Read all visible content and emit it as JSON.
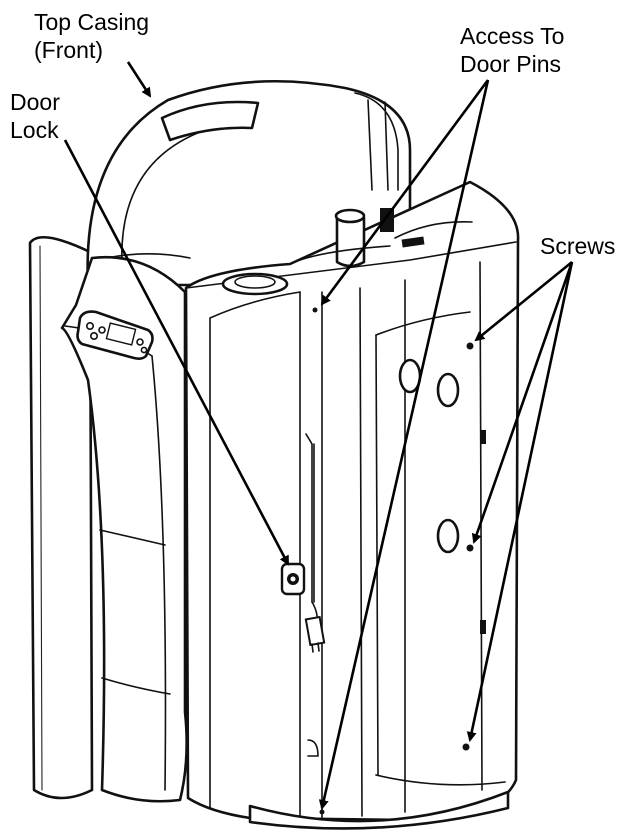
{
  "labels": {
    "top_casing": [
      "Top Casing",
      "(Front)"
    ],
    "door_lock": [
      "Door",
      "Lock"
    ],
    "door_pins": [
      "Access To",
      "Door Pins"
    ],
    "screws": "Screws"
  },
  "colors": {
    "line": "#111111",
    "background": "#ffffff"
  }
}
